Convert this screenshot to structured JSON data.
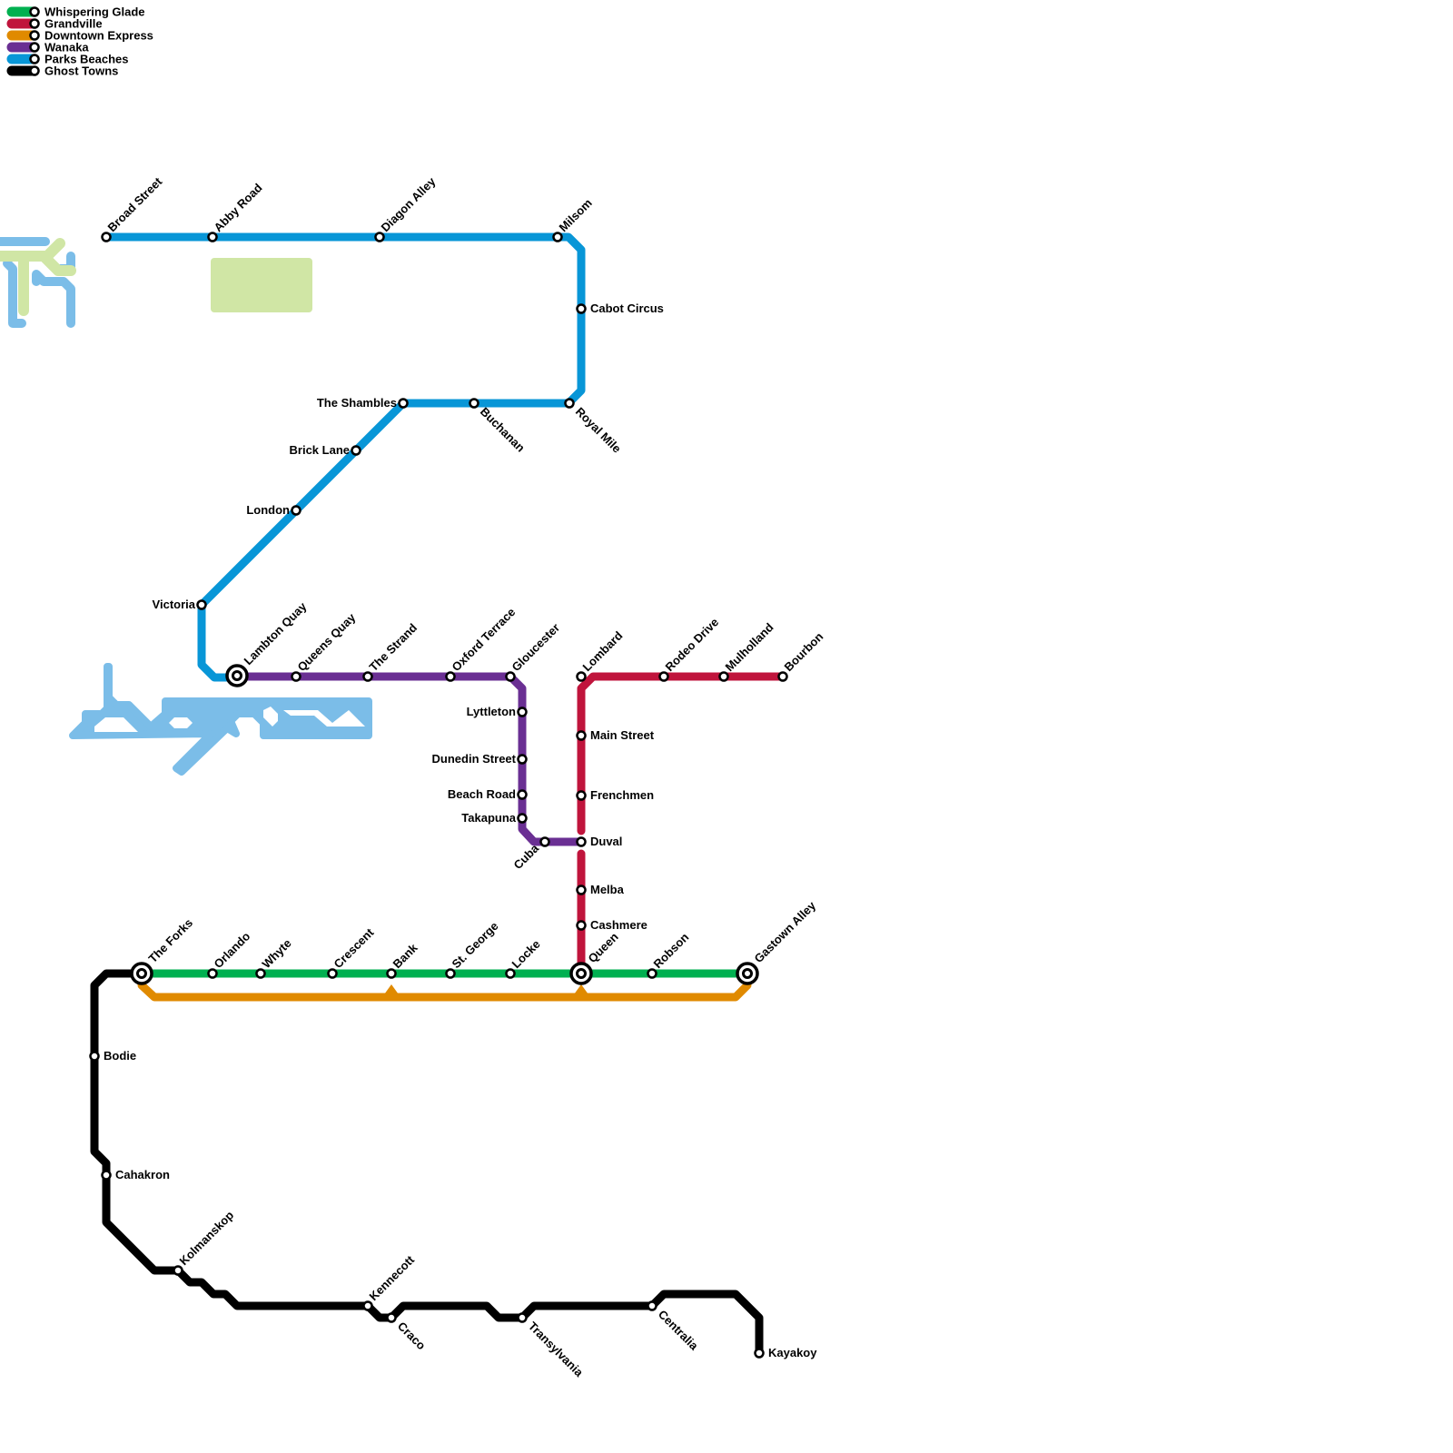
{
  "legend": [
    {
      "name": "Whispering Glade",
      "color": "#00b050"
    },
    {
      "name": "Grandville",
      "color": "#c0143c"
    },
    {
      "name": "Downtown Express",
      "color": "#e08a00"
    },
    {
      "name": "Wanaka",
      "color": "#6a2f93"
    },
    {
      "name": "Parks  Beaches",
      "color": "#0896d7"
    },
    {
      "name": "Ghost Towns",
      "color": "#000000"
    }
  ],
  "colors": {
    "water": "#7bbde8",
    "park": "#d0e6a5"
  },
  "stations": [
    {
      "name": "Broad Street"
    },
    {
      "name": "Abby Road"
    },
    {
      "name": "Diagon Alley"
    },
    {
      "name": "Milsom"
    },
    {
      "name": "Cabot Circus"
    },
    {
      "name": "Royal Mile"
    },
    {
      "name": "Buchanan"
    },
    {
      "name": "The Shambles"
    },
    {
      "name": "Brick Lane"
    },
    {
      "name": "London"
    },
    {
      "name": "Victoria"
    },
    {
      "name": "Lambton Quay",
      "interchange": true
    },
    {
      "name": "Queens Quay"
    },
    {
      "name": "The Strand"
    },
    {
      "name": "Oxford Terrace"
    },
    {
      "name": "Gloucester"
    },
    {
      "name": "Lyttleton"
    },
    {
      "name": "Dunedin Street"
    },
    {
      "name": "Beach Road"
    },
    {
      "name": "Takapuna"
    },
    {
      "name": "Cuba"
    },
    {
      "name": "Duval"
    },
    {
      "name": "Lombard"
    },
    {
      "name": "Rodeo Drive"
    },
    {
      "name": "Mulholland"
    },
    {
      "name": "Bourbon"
    },
    {
      "name": "Main Street"
    },
    {
      "name": "Frenchmen"
    },
    {
      "name": "Melba"
    },
    {
      "name": "Cashmere"
    },
    {
      "name": "Queen",
      "interchange": true
    },
    {
      "name": "The Forks",
      "interchange": true
    },
    {
      "name": "Orlando"
    },
    {
      "name": "Whyte"
    },
    {
      "name": "Crescent"
    },
    {
      "name": "Bank"
    },
    {
      "name": "St. George"
    },
    {
      "name": "Locke"
    },
    {
      "name": "Robson"
    },
    {
      "name": "Gastown Alley",
      "interchange": true
    },
    {
      "name": "Bodie"
    },
    {
      "name": "Cahakron"
    },
    {
      "name": "Kolmanskop"
    },
    {
      "name": "Kennecott"
    },
    {
      "name": "Craco"
    },
    {
      "name": "Transylvania"
    },
    {
      "name": "Centralia"
    },
    {
      "name": "Kayakoy"
    }
  ]
}
